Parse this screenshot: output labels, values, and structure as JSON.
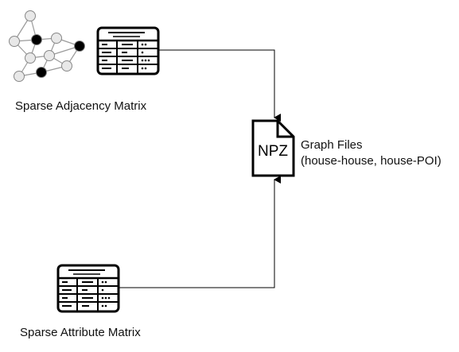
{
  "nodes": {
    "adjacency": {
      "label": "Sparse Adjacency Matrix"
    },
    "attribute": {
      "label": "Sparse Attribute Matrix"
    },
    "graph_files": {
      "icon_text": "NPZ",
      "title": "Graph Files",
      "subtitle": "(house-house, house-POI)"
    }
  },
  "edges": [
    {
      "from": "adjacency",
      "to": "graph_files"
    },
    {
      "from": "attribute",
      "to": "graph_files"
    }
  ],
  "colors": {
    "stroke": "#000000",
    "node_light": "#e6e6e6",
    "node_dark": "#000000"
  }
}
